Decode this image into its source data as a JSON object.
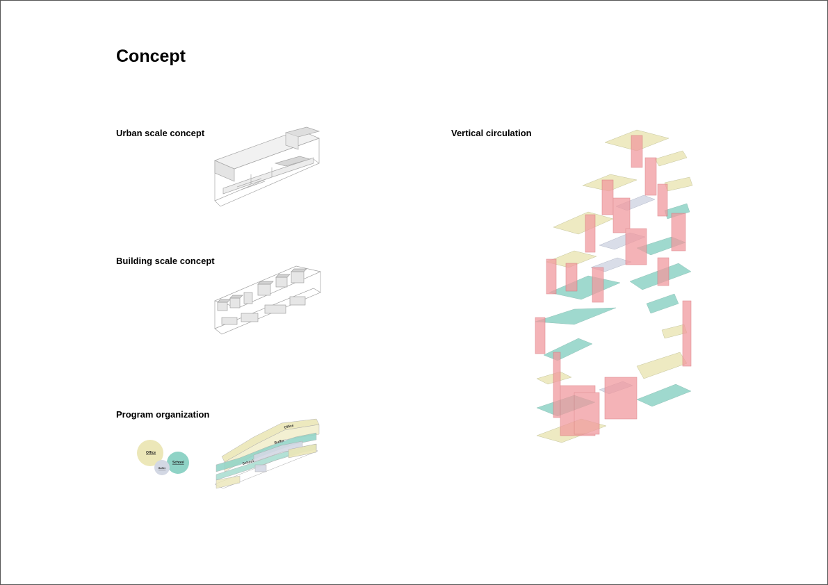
{
  "page": {
    "title": "Concept"
  },
  "sections": {
    "urban": {
      "label": "Urban scale concept"
    },
    "building": {
      "label": "Building scale concept"
    },
    "program": {
      "label": "Program organization"
    },
    "vertical": {
      "label": "Vertical circulation"
    }
  },
  "program_diagram": {
    "office_label": "Office",
    "buffer_label": "Buffer",
    "school_label": "School"
  },
  "axon_labels": {
    "office": "Office",
    "buffer": "Buffer",
    "school": "School"
  },
  "colors": {
    "office": "#ece7b8",
    "buffer": "#d3d8e4",
    "school": "#8fd3c6",
    "circulation": "#f19a9f",
    "linework": "#9a9a9a"
  }
}
